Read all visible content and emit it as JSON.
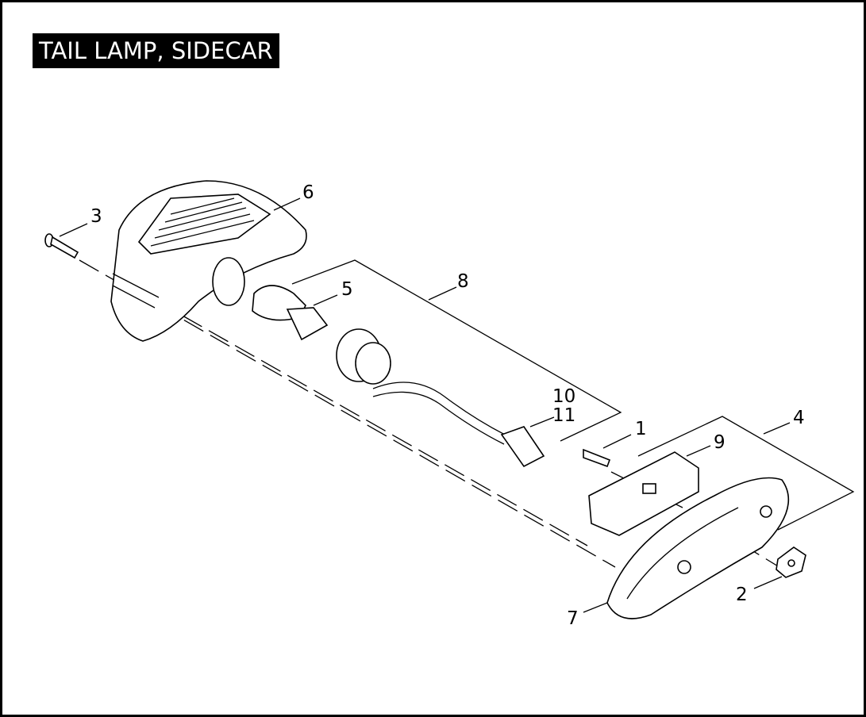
{
  "title": "TAIL LAMP, SIDECAR",
  "callouts": [
    "1",
    "2",
    "3",
    "4",
    "5",
    "6",
    "7",
    "8",
    "9",
    "10",
    "11"
  ]
}
